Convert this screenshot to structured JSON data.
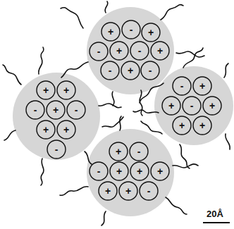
{
  "diagram": {
    "nodes": [
      {
        "text": [
          "+"
        ]
      },
      {
        "text": [
          "-"
        ]
      },
      {
        "text": [
          "+"
        ]
      },
      {
        "text": [
          "-"
        ]
      },
      {
        "text": [
          "+"
        ]
      },
      {
        "text": [
          "-"
        ]
      },
      {
        "text": [
          "+"
        ]
      },
      {
        "text": [
          "-"
        ]
      },
      {
        "text": [
          "+"
        ]
      },
      {
        "text": [
          "-"
        ]
      },
      {
        "text": [
          "-"
        ]
      },
      {
        "text": [
          "+"
        ]
      },
      {
        "text": [
          "+"
        ]
      },
      {
        "text": [
          "-"
        ]
      },
      {
        "text": [
          "+"
        ]
      },
      {
        "text": [
          "+"
        ]
      },
      {
        "text": [
          "+"
        ]
      },
      {
        "text": [
          "+"
        ]
      },
      {
        "text": [
          "+"
        ]
      },
      {
        "text": [
          "-"
        ]
      },
      {
        "text": [
          "+"
        ]
      },
      {
        "text": [
          "-"
        ]
      },
      {
        "text": [
          "+"
        ]
      },
      {
        "text": [
          "+"
        ]
      },
      {
        "text": [
          "-"
        ]
      },
      {
        "text": [
          "+"
        ]
      },
      {
        "text": [
          "-"
        ]
      },
      {
        "text": [
          "-"
        ]
      },
      {
        "text": [
          "+"
        ]
      },
      {
        "text": [
          "+"
        ]
      },
      {
        "text": [
          "+"
        ]
      },
      {
        "text": [
          "+"
        ]
      },
      {
        "text": [
          "+"
        ]
      },
      {
        "text": [
          "-"
        ]
      }
    ],
    "labels": [
      "20Å"
    ]
  }
}
